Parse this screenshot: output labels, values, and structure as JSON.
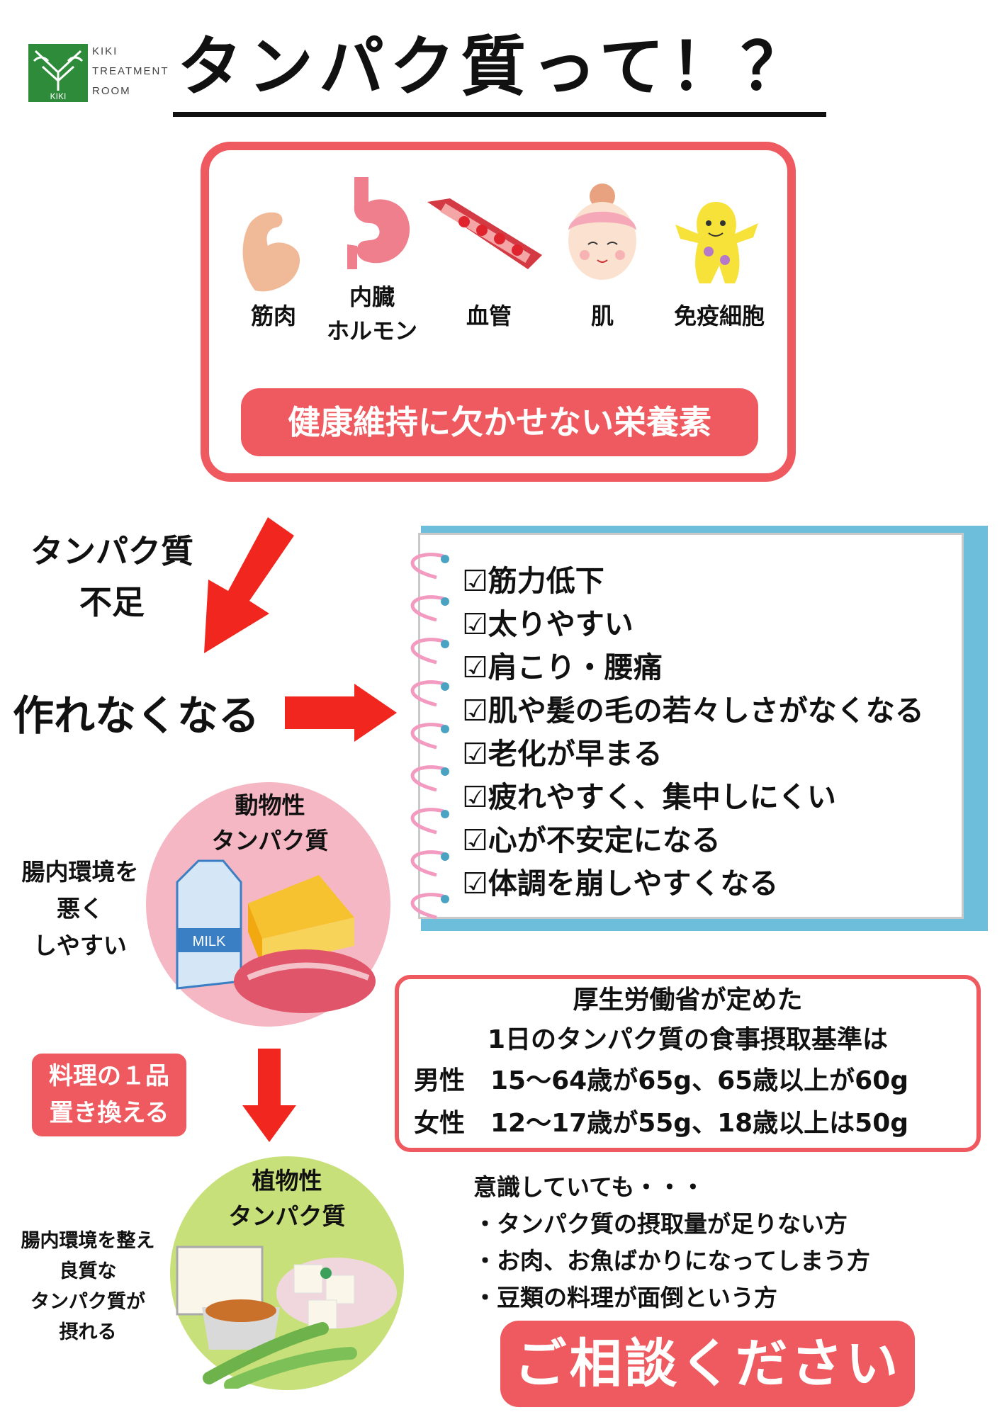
{
  "logo": {
    "line1": "KIKI",
    "line2": "TREATMENT",
    "line3": "ROOM",
    "mark_text": "KIKI"
  },
  "title": "タンパク質って！？",
  "organs": [
    {
      "label": "筋肉"
    },
    {
      "label": "内臓\nホルモン"
    },
    {
      "label": "血管"
    },
    {
      "label": "肌"
    },
    {
      "label": "免疫細胞"
    }
  ],
  "essential_banner": "健康維持に欠かせない栄養素",
  "shortage": "タンパク質\n不足",
  "cannot_make": "作れなくなる",
  "checklist": [
    "☑筋力低下",
    "☑太りやすい",
    "☑肩こり・腰痛",
    "☑肌や髪の毛の若々しさがなくなる",
    "☑老化が早まる",
    "☑疲れやすく、集中しにくい",
    "☑心が不安定になる",
    "☑体調を崩しやすくなる"
  ],
  "animal": {
    "label": "動物性\nタンパク質",
    "note": "腸内環境を\n悪く\nしやすい",
    "milk_text": "MILK"
  },
  "replace_badge": "料理の１品\n置き換える",
  "plant": {
    "label": "植物性\nタンパク質",
    "note": "腸内環境を整え\n良質な\nタンパク質が\n摂れる"
  },
  "intake": {
    "line1": "厚生労働省が定めた",
    "line2": "1日のタンパク質の食事摂取基準は",
    "male": "男性　15～64歳が65g、65歳以上が60g",
    "female": "女性　12～17歳が55g、18歳以上は50g"
  },
  "aware": {
    "heading": "意識していても・・・",
    "items": [
      "・タンパク質の摂取量が足りない方",
      "・お肉、お魚ばかりになってしまう方",
      "・豆類の料理が面倒という方"
    ]
  },
  "consult": "ご相談ください",
  "colors": {
    "accent": "#ee5a5f",
    "arrow": "#f0261f",
    "notebook": "#6cbedb",
    "animal_circle": "#f5b7c3",
    "plant_circle": "#c8e07a",
    "logo": "#2e8b3a"
  }
}
